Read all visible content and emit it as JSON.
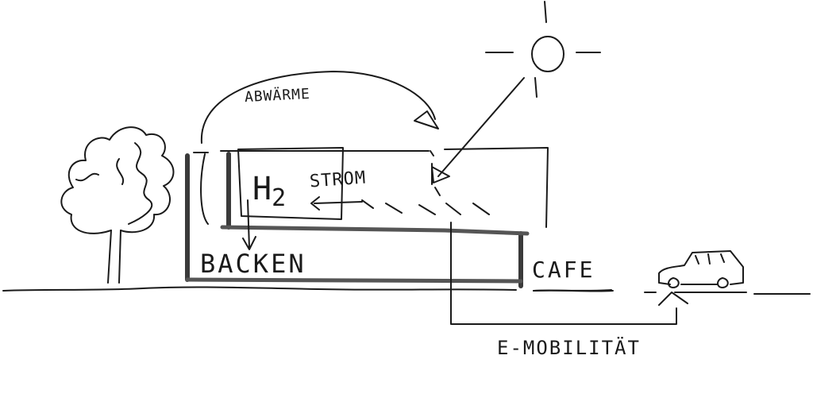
{
  "labels": {
    "abwaerme": "ABWÄRME",
    "h2_base": "H",
    "h2_sub": "2",
    "strom": "STROM",
    "backen": "BACKEN",
    "cafe": "CAFE",
    "e_mobilitaet": "E-MOBILITÄT"
  },
  "colors": {
    "ink": "#1a1a1a",
    "wall": "#3a3a3a",
    "floor": "#555555",
    "paper": "#ffffff"
  },
  "icons": [
    "sun-icon",
    "tree-icon",
    "car-icon"
  ]
}
